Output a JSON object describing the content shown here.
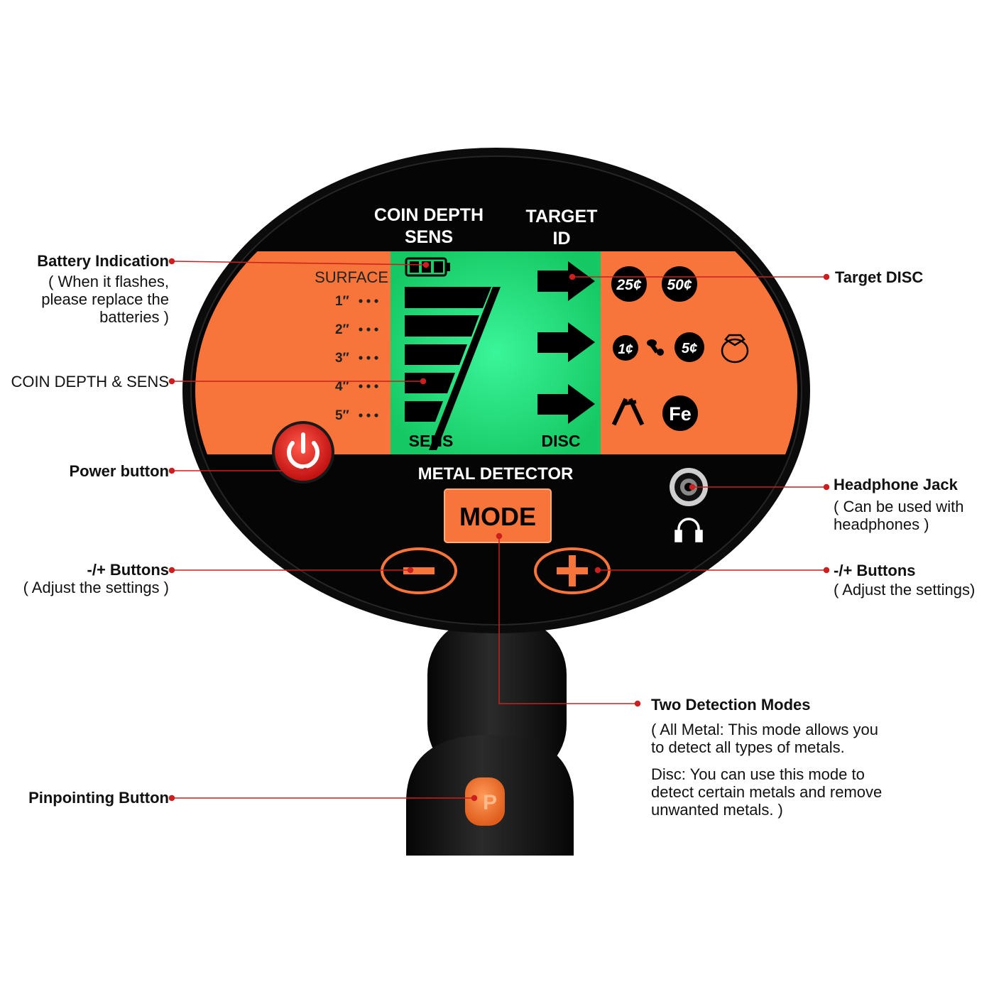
{
  "display": {
    "header_left": [
      "COIN DEPTH",
      "SENS"
    ],
    "header_right": [
      "TARGET",
      "ID"
    ],
    "surface_label": "SURFACE",
    "depth_marks": [
      "1″",
      "2″",
      "3″",
      "4″",
      "5″"
    ],
    "sens_label": "SENS",
    "disc_label": "DISC",
    "coin_icons": [
      "25¢",
      "50¢",
      "1¢",
      "5¢",
      "Fe"
    ],
    "brand": "METAL DETECTOR",
    "mode_button": "MODE",
    "pinpoint_letter": "P"
  },
  "callouts": {
    "battery": {
      "title": "Battery Indication",
      "note": [
        "( When it flashes,",
        "please replace the",
        "batteries )"
      ]
    },
    "coin_depth": {
      "title": "COIN DEPTH & SENS"
    },
    "power": {
      "title": "Power button"
    },
    "minus": {
      "title": "-/+ Buttons",
      "note": [
        "( Adjust the settings )"
      ]
    },
    "pinpoint": {
      "title": "Pinpointing Button"
    },
    "target_disc": {
      "title": "Target DISC"
    },
    "headphone": {
      "title": "Headphone Jack",
      "note": [
        "( Can be used with",
        "headphones )"
      ]
    },
    "plus": {
      "title": "-/+ Buttons",
      "note": [
        "( Adjust the settings)"
      ]
    },
    "modes": {
      "title": "Two Detection Modes",
      "note": [
        "( All Metal: This mode allows you",
        "to detect all types of metals."
      ],
      "note2": [
        "Disc: You can use this mode to",
        "detect certain metals and remove",
        "unwanted metals. )"
      ]
    }
  },
  "colors": {
    "body": "#0b0b0b",
    "orange": "#f7743a",
    "lcd": "#25e07f",
    "callout_line": "#cc1f1f",
    "power_red": "#e32222"
  },
  "icons": [
    "battery-icon",
    "arrow-icon",
    "hammer-icon",
    "ring-icon",
    "nails-icon",
    "power-icon",
    "headphone-icon",
    "minus-icon",
    "plus-icon",
    "pinpoint-icon"
  ]
}
